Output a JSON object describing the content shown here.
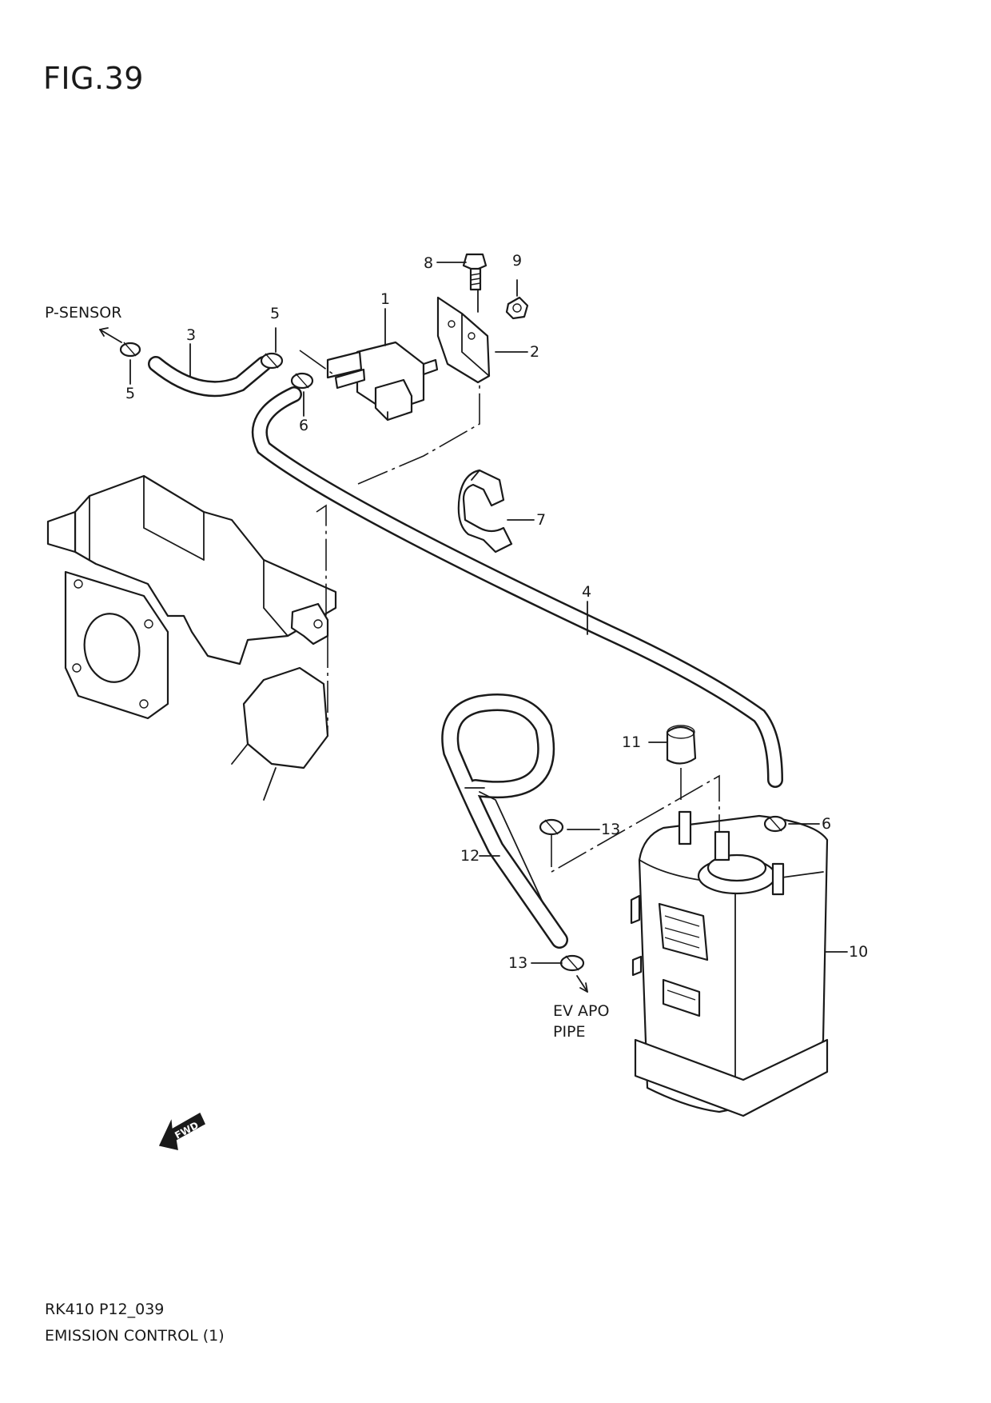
{
  "figure": {
    "title": "FIG.39"
  },
  "footer": {
    "model_code": "RK410 P12_039",
    "section_name": "EMISSION CONTROL (1)"
  },
  "notes": {
    "p_sensor": "P-SENSOR",
    "ev_apo_line1": "EV APO",
    "ev_apo_line2": "PIPE",
    "fwd": "FWD"
  },
  "callouts": {
    "c1": "1",
    "c2": "2",
    "c3": "3",
    "c4": "4",
    "c5a": "5",
    "c5b": "5",
    "c6a": "6",
    "c6b": "6",
    "c7": "7",
    "c8": "8",
    "c9": "9",
    "c10": "10",
    "c11": "11",
    "c12": "12",
    "c13a": "13",
    "c13b": "13"
  }
}
